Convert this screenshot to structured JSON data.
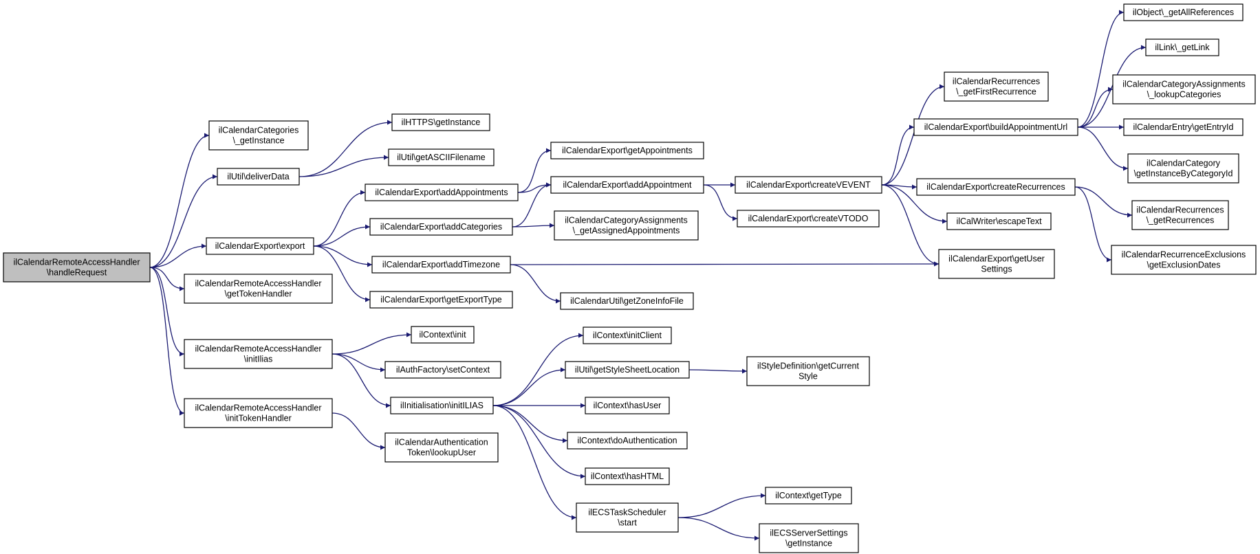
{
  "colors": {
    "edge": "#191970",
    "node_fill": "#ffffff",
    "root_fill": "#bfbfbf",
    "node_stroke": "#000000"
  },
  "nodes": [
    {
      "id": "root",
      "lines": [
        "ilCalendarRemoteAccessHandler",
        "\\handleRequest"
      ],
      "root": true
    },
    {
      "id": "catGetInstance",
      "lines": [
        "ilCalendarCategories",
        "\\_getInstance"
      ]
    },
    {
      "id": "deliverData",
      "lines": [
        "ilUtil\\deliverData"
      ]
    },
    {
      "id": "httpsGetInstance",
      "lines": [
        "ilHTTPS\\getInstance"
      ]
    },
    {
      "id": "getASCIIFilename",
      "lines": [
        "ilUtil\\getASCIIFilename"
      ]
    },
    {
      "id": "export",
      "lines": [
        "ilCalendarExport\\export"
      ]
    },
    {
      "id": "getTokenHandler",
      "lines": [
        "ilCalendarRemoteAccessHandler",
        "\\getTokenHandler"
      ]
    },
    {
      "id": "initIlias",
      "lines": [
        "ilCalendarRemoteAccessHandler",
        "\\initIlias"
      ]
    },
    {
      "id": "initTokenHandler",
      "lines": [
        "ilCalendarRemoteAccessHandler",
        "\\initTokenHandler"
      ]
    },
    {
      "id": "addAppointments",
      "lines": [
        "ilCalendarExport\\addAppointments"
      ]
    },
    {
      "id": "addCategories",
      "lines": [
        "ilCalendarExport\\addCategories"
      ]
    },
    {
      "id": "addTimezone",
      "lines": [
        "ilCalendarExport\\addTimezone"
      ]
    },
    {
      "id": "getExportType",
      "lines": [
        "ilCalendarExport\\getExportType"
      ]
    },
    {
      "id": "getAppointments",
      "lines": [
        "ilCalendarExport\\getAppointments"
      ]
    },
    {
      "id": "addAppointment",
      "lines": [
        "ilCalendarExport\\addAppointment"
      ]
    },
    {
      "id": "getAssignedAppointments",
      "lines": [
        "ilCalendarCategoryAssignments",
        "\\_getAssignedAppointments"
      ]
    },
    {
      "id": "getZoneInfoFile",
      "lines": [
        "ilCalendarUtil\\getZoneInfoFile"
      ]
    },
    {
      "id": "createVEVENT",
      "lines": [
        "ilCalendarExport\\createVEVENT"
      ]
    },
    {
      "id": "createVTODO",
      "lines": [
        "ilCalendarExport\\createVTODO"
      ]
    },
    {
      "id": "getFirstRecurrence",
      "lines": [
        "ilCalendarRecurrences",
        "\\_getFirstRecurrence"
      ]
    },
    {
      "id": "buildAppointmentUrl",
      "lines": [
        "ilCalendarExport\\buildAppointmentUrl"
      ]
    },
    {
      "id": "createRecurrences",
      "lines": [
        "ilCalendarExport\\createRecurrences"
      ]
    },
    {
      "id": "escapeText",
      "lines": [
        "ilCalWriter\\escapeText"
      ]
    },
    {
      "id": "getUserSettings",
      "lines": [
        "ilCalendarExport\\getUser",
        "Settings"
      ]
    },
    {
      "id": "getAllReferences",
      "lines": [
        "ilObject\\_getAllReferences"
      ]
    },
    {
      "id": "getLink",
      "lines": [
        "ilLink\\_getLink"
      ]
    },
    {
      "id": "lookupCategories",
      "lines": [
        "ilCalendarCategoryAssignments",
        "\\_lookupCategories"
      ]
    },
    {
      "id": "getEntryId",
      "lines": [
        "ilCalendarEntry\\getEntryId"
      ]
    },
    {
      "id": "getInstanceByCategoryId",
      "lines": [
        "ilCalendarCategory",
        "\\getInstanceByCategoryId"
      ]
    },
    {
      "id": "getRecurrences",
      "lines": [
        "ilCalendarRecurrences",
        "\\_getRecurrences"
      ]
    },
    {
      "id": "getExclusionDates",
      "lines": [
        "ilCalendarRecurrenceExclusions",
        "\\getExclusionDates"
      ]
    },
    {
      "id": "ctxInit",
      "lines": [
        "ilContext\\init"
      ]
    },
    {
      "id": "setContext",
      "lines": [
        "ilAuthFactory\\setContext"
      ]
    },
    {
      "id": "initILIAS",
      "lines": [
        "ilInitialisation\\initILIAS"
      ]
    },
    {
      "id": "lookupUser",
      "lines": [
        "ilCalendarAuthentication",
        "Token\\lookupUser"
      ]
    },
    {
      "id": "initClient",
      "lines": [
        "ilContext\\initClient"
      ]
    },
    {
      "id": "getStyleSheetLocation",
      "lines": [
        "ilUtil\\getStyleSheetLocation"
      ]
    },
    {
      "id": "getCurrentStyle",
      "lines": [
        "ilStyleDefinition\\getCurrent",
        "Style"
      ]
    },
    {
      "id": "hasUser",
      "lines": [
        "ilContext\\hasUser"
      ]
    },
    {
      "id": "doAuthentication",
      "lines": [
        "ilContext\\doAuthentication"
      ]
    },
    {
      "id": "hasHTML",
      "lines": [
        "ilContext\\hasHTML"
      ]
    },
    {
      "id": "ecsStart",
      "lines": [
        "ilECSTaskScheduler",
        "\\start"
      ]
    },
    {
      "id": "getType",
      "lines": [
        "ilContext\\getType"
      ]
    },
    {
      "id": "ecsServerGetInstance",
      "lines": [
        "ilECSServerSettings",
        "\\getInstance"
      ]
    }
  ],
  "edges": [
    [
      "root",
      "catGetInstance"
    ],
    [
      "root",
      "deliverData"
    ],
    [
      "root",
      "export"
    ],
    [
      "root",
      "getTokenHandler"
    ],
    [
      "root",
      "initIlias"
    ],
    [
      "root",
      "initTokenHandler"
    ],
    [
      "deliverData",
      "httpsGetInstance"
    ],
    [
      "deliverData",
      "getASCIIFilename"
    ],
    [
      "export",
      "addAppointments"
    ],
    [
      "export",
      "addCategories"
    ],
    [
      "export",
      "addTimezone"
    ],
    [
      "export",
      "getExportType"
    ],
    [
      "addAppointments",
      "getAppointments"
    ],
    [
      "addAppointments",
      "addAppointment"
    ],
    [
      "addCategories",
      "addAppointment"
    ],
    [
      "addCategories",
      "getAssignedAppointments"
    ],
    [
      "addTimezone",
      "getUserSettings"
    ],
    [
      "addTimezone",
      "getZoneInfoFile"
    ],
    [
      "addAppointment",
      "createVEVENT"
    ],
    [
      "addAppointment",
      "createVTODO"
    ],
    [
      "createVEVENT",
      "getFirstRecurrence"
    ],
    [
      "createVEVENT",
      "buildAppointmentUrl"
    ],
    [
      "createVEVENT",
      "createRecurrences"
    ],
    [
      "createVEVENT",
      "escapeText"
    ],
    [
      "createVEVENT",
      "getUserSettings"
    ],
    [
      "buildAppointmentUrl",
      "getAllReferences"
    ],
    [
      "buildAppointmentUrl",
      "getLink"
    ],
    [
      "buildAppointmentUrl",
      "lookupCategories"
    ],
    [
      "buildAppointmentUrl",
      "getEntryId"
    ],
    [
      "buildAppointmentUrl",
      "getInstanceByCategoryId"
    ],
    [
      "createRecurrences",
      "getRecurrences"
    ],
    [
      "createRecurrences",
      "getExclusionDates"
    ],
    [
      "initIlias",
      "ctxInit"
    ],
    [
      "initIlias",
      "setContext"
    ],
    [
      "initIlias",
      "initILIAS"
    ],
    [
      "initTokenHandler",
      "lookupUser"
    ],
    [
      "initILIAS",
      "initClient"
    ],
    [
      "initILIAS",
      "getStyleSheetLocation"
    ],
    [
      "initILIAS",
      "hasUser"
    ],
    [
      "initILIAS",
      "doAuthentication"
    ],
    [
      "initILIAS",
      "hasHTML"
    ],
    [
      "initILIAS",
      "ecsStart"
    ],
    [
      "getStyleSheetLocation",
      "getCurrentStyle"
    ],
    [
      "ecsStart",
      "getType"
    ],
    [
      "ecsStart",
      "ecsServerGetInstance"
    ]
  ]
}
